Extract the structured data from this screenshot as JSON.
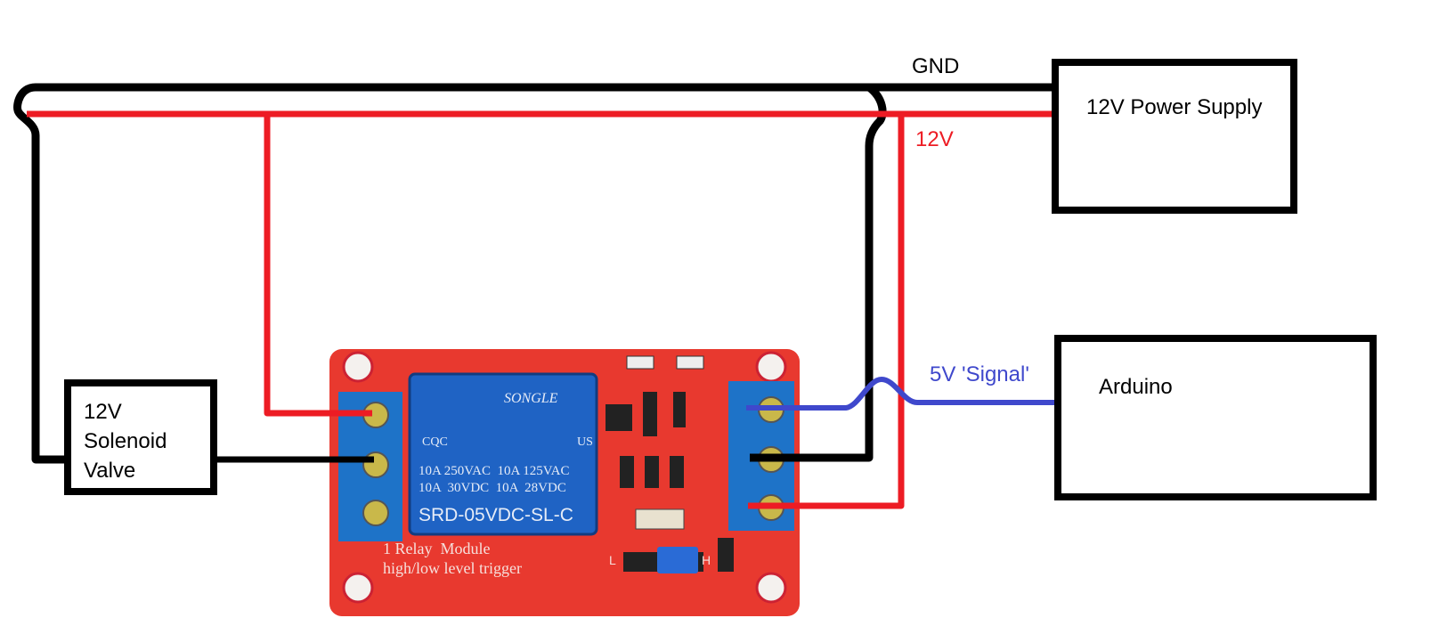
{
  "labels": {
    "gnd": "GND",
    "v12": "12V",
    "power_supply": "12V Power Supply",
    "solenoid": [
      "12V",
      "Solenoid",
      "Valve"
    ],
    "signal": "5V 'Signal'",
    "arduino": "Arduino"
  },
  "relay_module": {
    "brand": "SONGLE",
    "cert": "CQC",
    "cert2": "US",
    "rating1": "10A 250VAC  10A 125VAC",
    "rating2": "10A  30VDC  10A  28VDC",
    "model": "SRD-05VDC-SL-C",
    "bottom1": "1 Relay  Module",
    "bottom2": "high/low level trigger",
    "jumper_low": "L",
    "jumper_high": "H"
  },
  "colors": {
    "gnd_wire": "#000000",
    "v12_wire": "#ed1c24",
    "signal_wire": "#3f48cc",
    "pcb": "#e8392f",
    "relay": "#1f63c4",
    "terminal": "#1e73c8"
  }
}
